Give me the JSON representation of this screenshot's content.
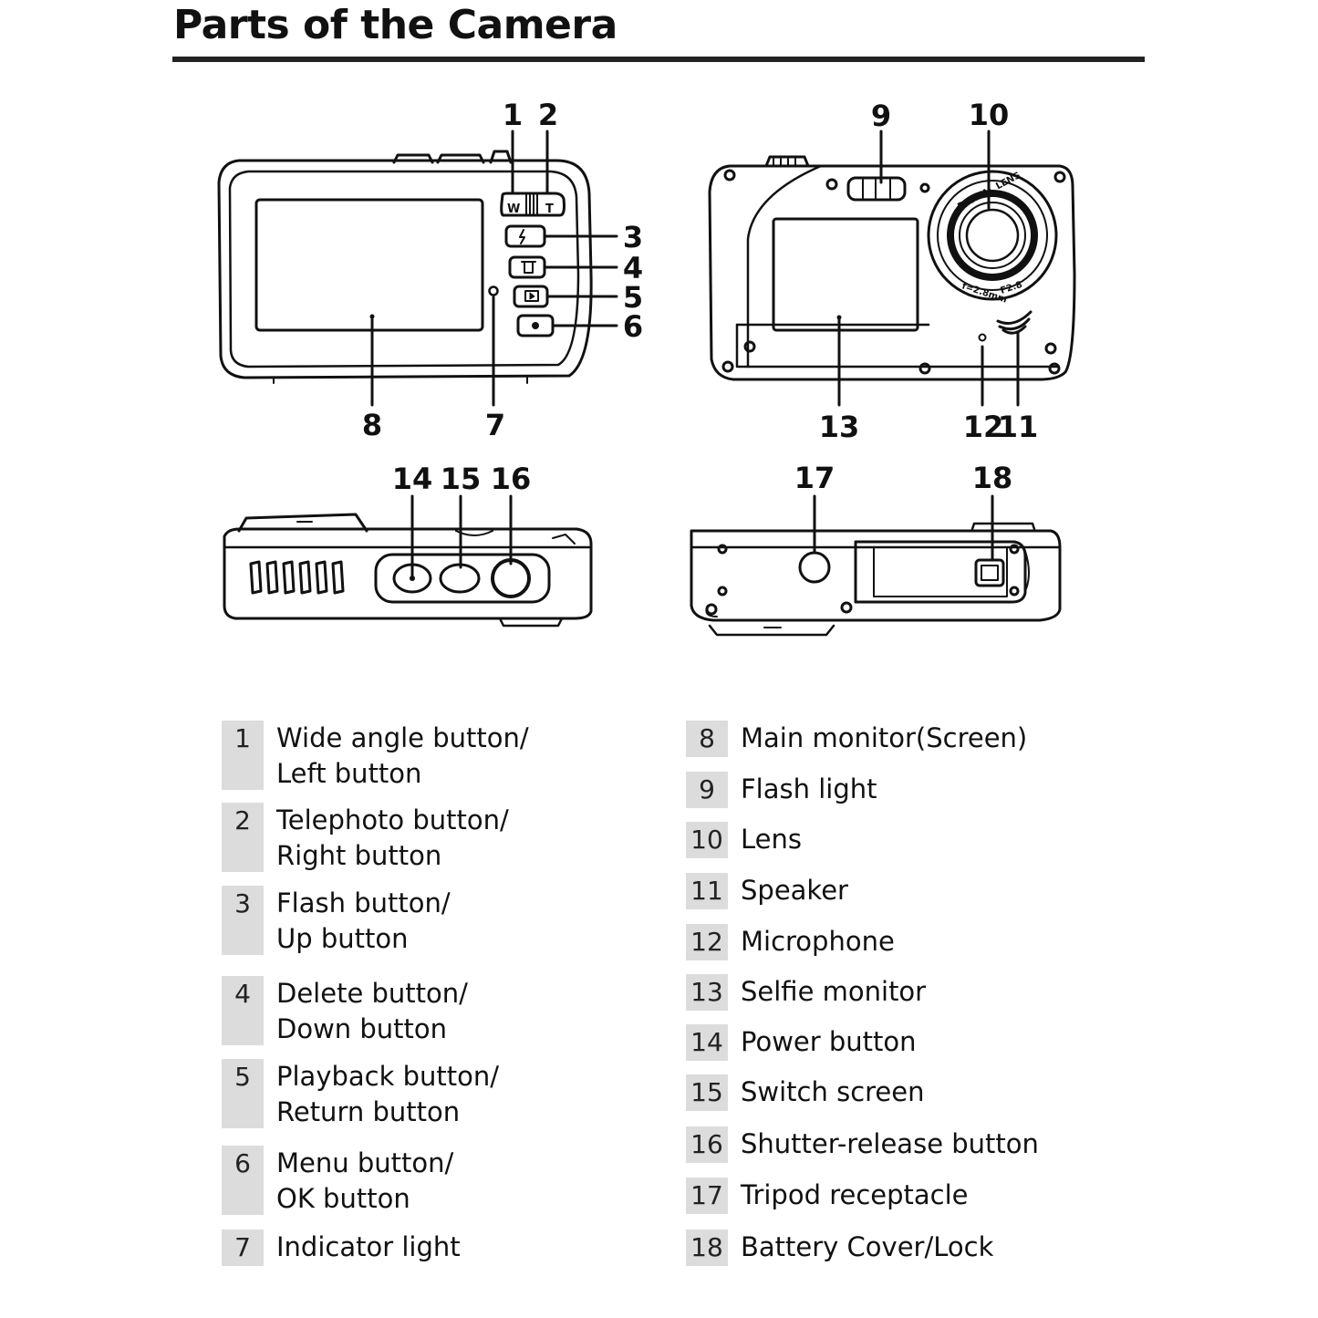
{
  "title": "Parts of the Camera",
  "diagram": {
    "callouts": [
      "1",
      "2",
      "3",
      "4",
      "5",
      "6",
      "7",
      "8",
      "9",
      "10",
      "11",
      "12",
      "13",
      "14",
      "15",
      "16",
      "17",
      "18"
    ],
    "button_glyphs": {
      "wide": "W",
      "tele": "T"
    },
    "lens_ring": [
      "DIGITAL LENS",
      "f=2.8mm",
      "F2.8"
    ]
  },
  "legend_left": [
    {
      "num": "1",
      "lines": [
        "Wide angle button/",
        "Left button"
      ]
    },
    {
      "num": "2",
      "lines": [
        "Telephoto button/",
        "Right button"
      ]
    },
    {
      "num": "3",
      "lines": [
        "Flash button/",
        "Up button"
      ]
    },
    {
      "num": "4",
      "lines": [
        "Delete button/",
        "Down button"
      ]
    },
    {
      "num": "5",
      "lines": [
        "Playback button/",
        "Return button"
      ]
    },
    {
      "num": "6",
      "lines": [
        "Menu button/",
        "OK button"
      ]
    },
    {
      "num": "7",
      "lines": [
        "Indicator light"
      ]
    }
  ],
  "legend_right": [
    {
      "num": "8",
      "lines": [
        "Main monitor(Screen)"
      ]
    },
    {
      "num": "9",
      "lines": [
        "Flash light"
      ]
    },
    {
      "num": "10",
      "lines": [
        "Lens"
      ]
    },
    {
      "num": "11",
      "lines": [
        "Speaker"
      ]
    },
    {
      "num": "12",
      "lines": [
        "Microphone"
      ]
    },
    {
      "num": "13",
      "lines": [
        "Selfie monitor"
      ]
    },
    {
      "num": "14",
      "lines": [
        "Power button"
      ]
    },
    {
      "num": "15",
      "lines": [
        "Switch screen"
      ]
    },
    {
      "num": "16",
      "lines": [
        "Shutter-release button"
      ]
    },
    {
      "num": "17",
      "lines": [
        "Tripod receptacle"
      ]
    },
    {
      "num": "18",
      "lines": [
        "Battery Cover/Lock"
      ]
    }
  ],
  "colors": {
    "ink": "#111111",
    "rule": "#222222",
    "number_box": "#dcdcdc"
  }
}
